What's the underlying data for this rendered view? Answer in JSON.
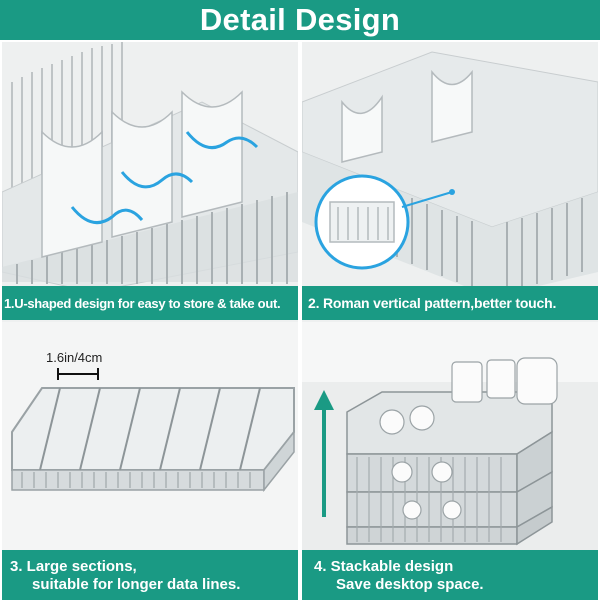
{
  "header": {
    "title": "Detail Design"
  },
  "panels": [
    {
      "caption": "1.U-shaped design for easy to store & take out."
    },
    {
      "caption": "2. Roman vertical pattern,better touch."
    },
    {
      "caption_line1": "3. Large sections,",
      "caption_line2": "suitable for longer data lines.",
      "measure": "1.6in/4cm"
    },
    {
      "caption_line1": "4. Stackable design",
      "caption_line2": "Save desktop space."
    }
  ],
  "colors": {
    "accent": "#1a9a84",
    "highlight": "#2aa3e0",
    "text_on_accent": "#ffffff"
  }
}
